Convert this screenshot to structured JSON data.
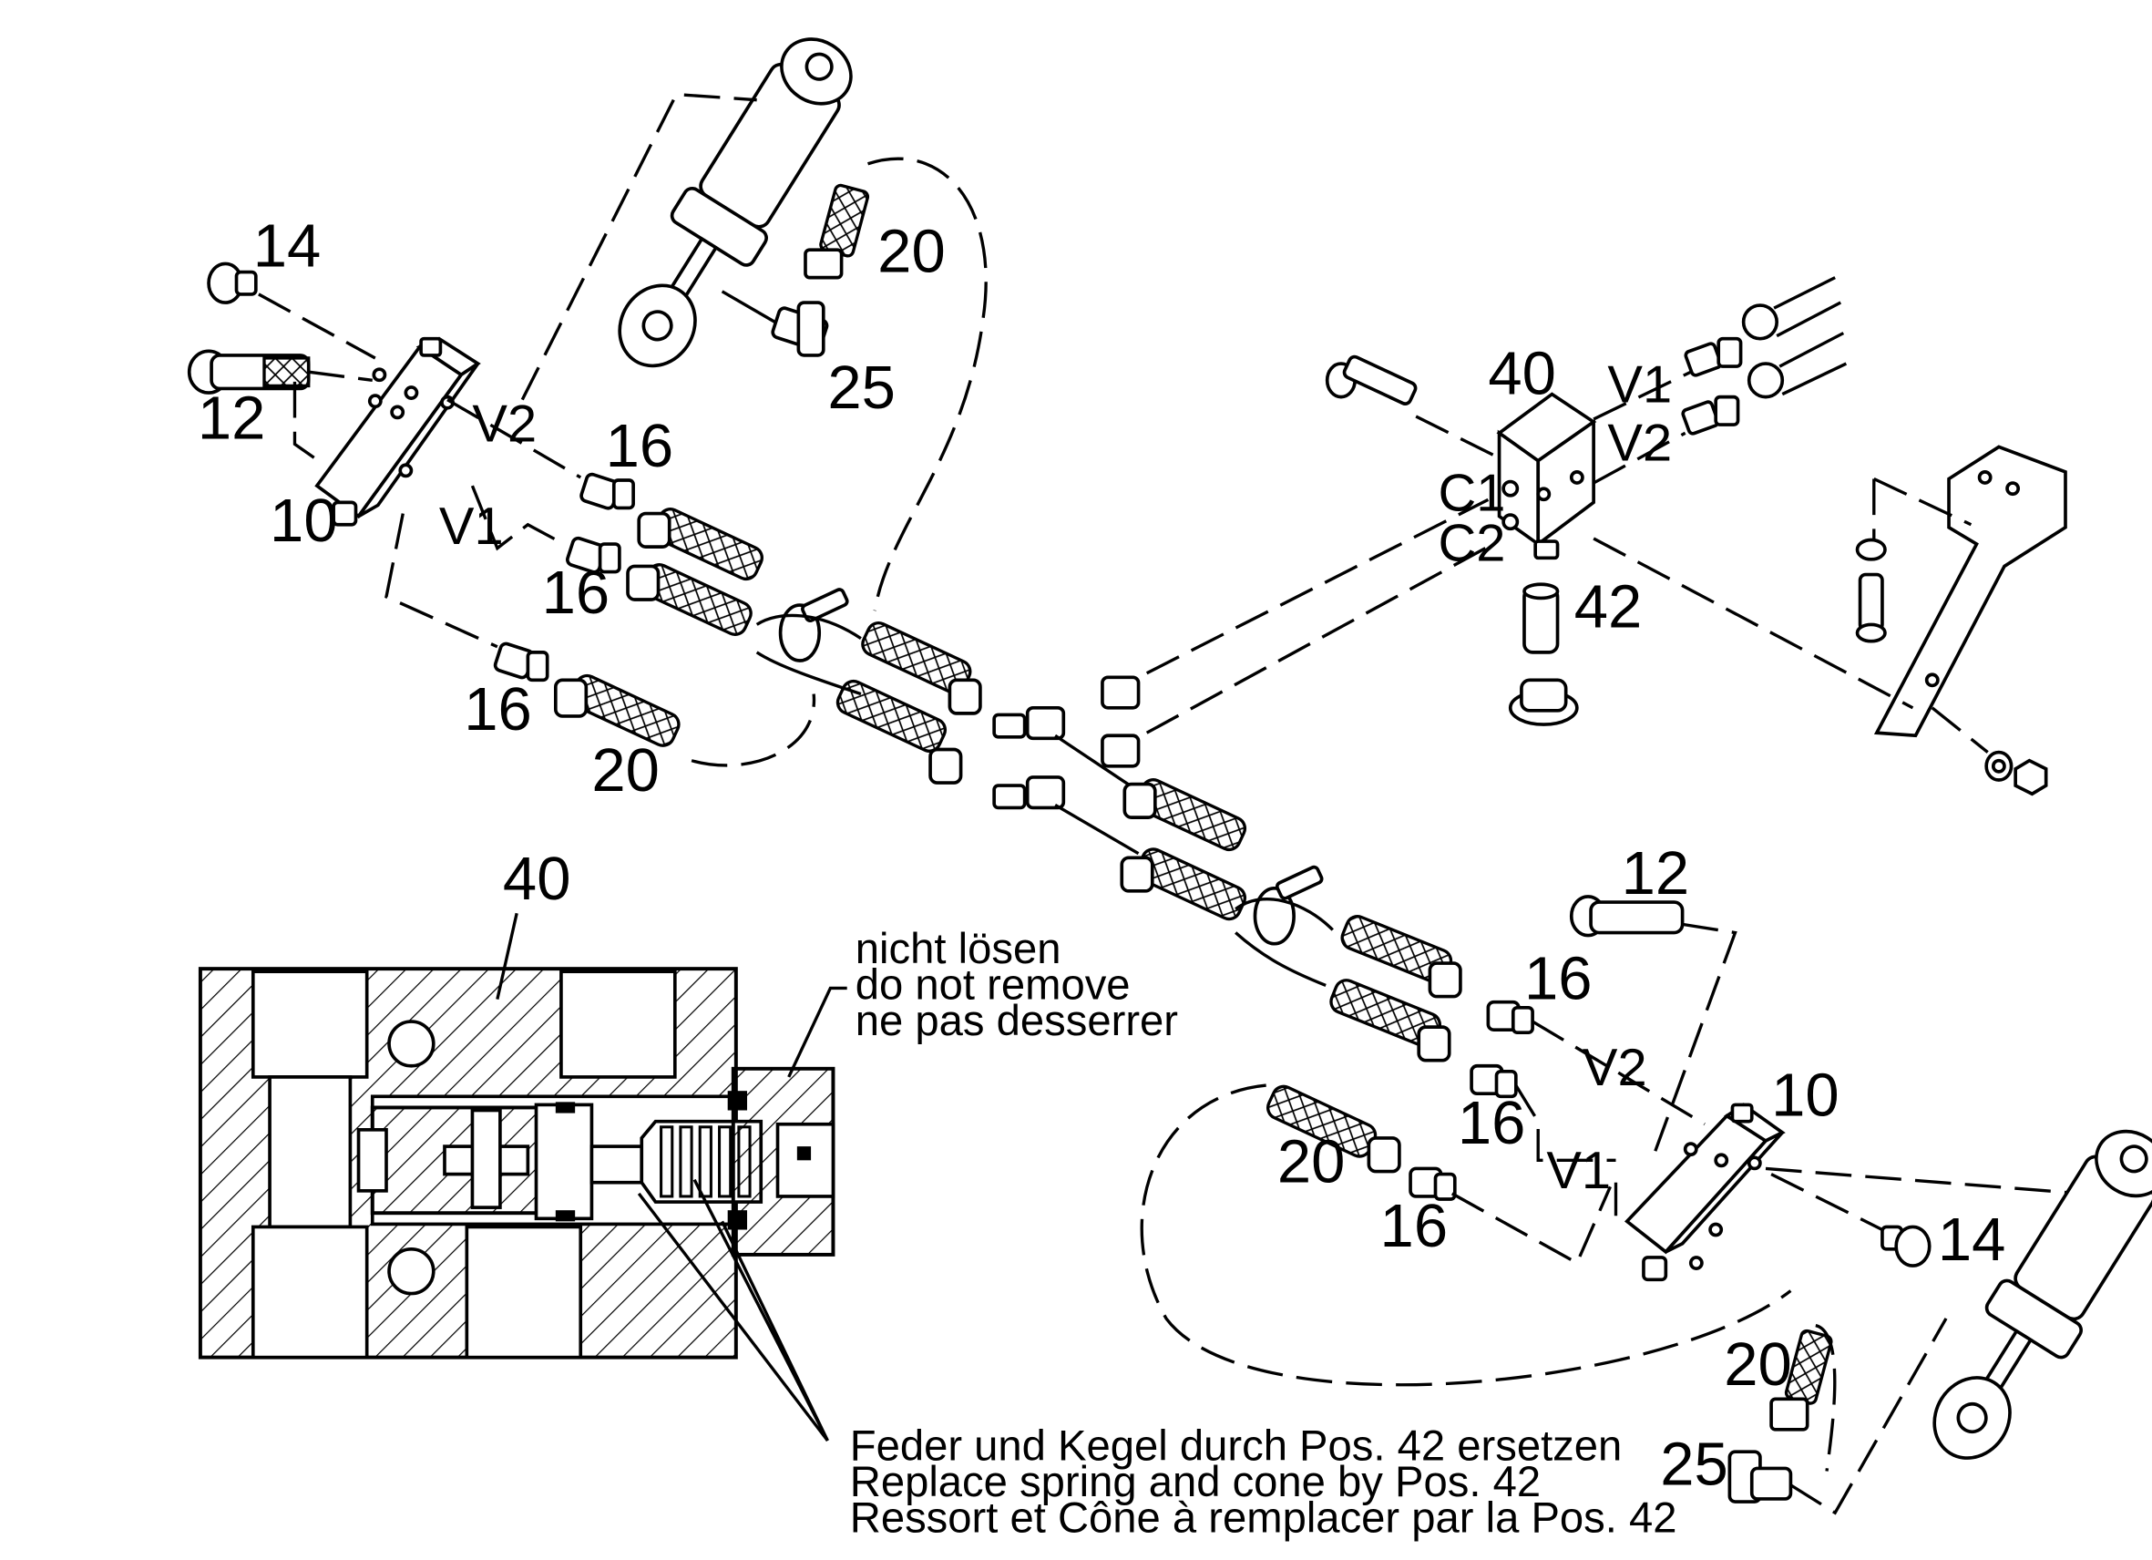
{
  "labels": {
    "cyl_top": "25",
    "hose_top": "20",
    "screw_top": "14",
    "bolt_top": "12",
    "valve_top": "10",
    "v2_top": "V2",
    "v1_top": "V1",
    "fit16_a": "16",
    "fit16_b": "16",
    "fit16_c": "16",
    "hose_left": "20",
    "block_top": "40",
    "c1": "C1",
    "c2": "C2",
    "v1_block": "V1",
    "v2_block": "V2",
    "insert": "42",
    "section_title": "40",
    "bolt_bottom": "12",
    "fit16_d": "16",
    "fit16_e": "16",
    "fit16_f": "16",
    "v2_bottom": "V2",
    "v1_bottom": "V1",
    "valve_bottom": "10",
    "screw_bottom": "14",
    "hose_bottom_left": "20",
    "hose_bottom_right": "20",
    "cyl_bottom": "25"
  },
  "notes": {
    "do_not_loosen": [
      "nicht lösen",
      "do not remove",
      "ne pas desserrer"
    ],
    "replace_spring": [
      "Feder und Kegel durch Pos. 42 ersetzen",
      "Replace spring and cone by Pos. 42",
      "Ressort et Cône à remplacer par la Pos. 42"
    ]
  }
}
